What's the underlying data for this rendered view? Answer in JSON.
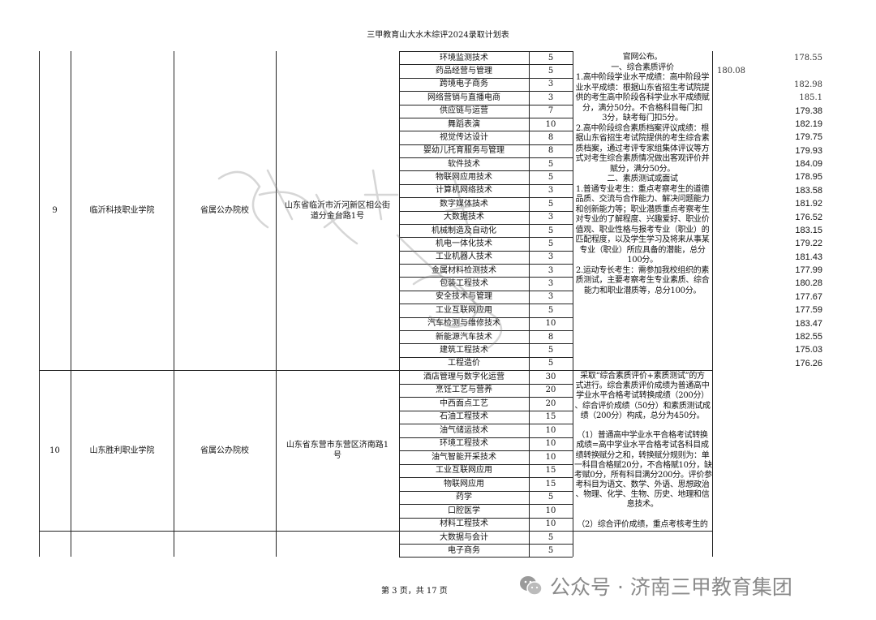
{
  "header": {
    "title": "三甲教育山大水木综评2024录取计划表"
  },
  "rows": [
    {
      "no": "9",
      "school": "临沂科技职业学院",
      "type": "省属公办院校",
      "address": "山东省临沂市沂河新区相公街道分金台路1号",
      "majors": [
        [
          "环境监测技术",
          "5"
        ],
        [
          "药品经营与管理",
          "5"
        ],
        [
          "跨境电子商务",
          "3"
        ],
        [
          "网络营销与直播电商",
          "3"
        ],
        [
          "供应链与运营",
          "7"
        ],
        [
          "舞蹈表演",
          "10"
        ],
        [
          "视觉传达设计",
          "8"
        ],
        [
          "婴幼儿托育服务与管理",
          "8"
        ],
        [
          "软件技术",
          "5"
        ],
        [
          "物联网应用技术",
          "5"
        ],
        [
          "计算机网络技术",
          "3"
        ],
        [
          "数字媒体技术",
          "5"
        ],
        [
          "大数据技术",
          "3"
        ],
        [
          "机械制造及自动化",
          "5"
        ],
        [
          "机电一体化技术",
          "5"
        ],
        [
          "工业机器人技术",
          "3"
        ],
        [
          "金属材料检测技术",
          "3"
        ],
        [
          "包装工程技术",
          "3"
        ],
        [
          "安全技术与管理",
          "3"
        ],
        [
          "工业互联网应用",
          "5"
        ],
        [
          "汽车检测与维修技术",
          "10"
        ],
        [
          "新能源汽车技术",
          "8"
        ],
        [
          "建筑工程技术",
          "5"
        ],
        [
          "工程造价",
          "5"
        ]
      ],
      "method_lines": [
        "官网公布。",
        "一、综合素质评价",
        "1.高中阶段学业水平成绩：高中阶段学",
        "业水平成绩：根据山东省招生考试院提",
        "供的考生高中阶段各科学业水平成绩赋",
        "分，满分50分。不合格科目每门扣",
        "3分，缺考每门扣5分。",
        "2.高中阶段综合素质档案评议成绩：根",
        "据山东省招生考试院提供的考生综合素",
        "质档案，通过考评专家组集体评议等方",
        "式对考生综合素质情况做出客观评价并",
        "赋分，满分50分。",
        "二、素质测试或面试",
        "1.普通专业考生：重点考察考生的道德",
        "品质、交流与合作能力、解决问题能力",
        "和创新能力等；职业潜质重点考察考生",
        "对专业的了解程度、兴趣爱好、职业价",
        "值观、职业性格与报考专业（职业）的",
        "匹配程度，以及学生学习及将来从事某",
        "专业（职业）所应具备的潜能，总分",
        "100分。",
        "2.运动专长考生：需参加我校组织的素",
        "质测试，主要考察考生专业素质、综合",
        "能力和职业潜质等，总分100分。"
      ],
      "scores": [
        "178.55",
        "180.08",
        "182.98",
        "185.1",
        "179.38",
        "182.19",
        "179.75",
        "179.93",
        "184.09",
        "178.95",
        "183.58",
        "181.92",
        "176.52",
        "183.15",
        "179.22",
        "181.43",
        "177.99",
        "180.28",
        "177.67",
        "177.59",
        "183.47",
        "182.55",
        "175.03",
        "176.26"
      ]
    },
    {
      "no": "10",
      "school": "山东胜利职业学院",
      "type": "省属公办院校",
      "address": "山东省东营市东营区济南路1号",
      "majors": [
        [
          "酒店管理与数字化运营",
          "30"
        ],
        [
          "烹饪工艺与营养",
          "20"
        ],
        [
          "中西面点工艺",
          "20"
        ],
        [
          "石油工程技术",
          "15"
        ],
        [
          "油气储运技术",
          "10"
        ],
        [
          "环境工程技术",
          "10"
        ],
        [
          "油气智能开采技术",
          "10"
        ],
        [
          "工业互联网应用",
          "15"
        ],
        [
          "物联网应用",
          "15"
        ],
        [
          "药学",
          "5"
        ],
        [
          "口腔医学",
          "10"
        ],
        [
          "材料工程技术",
          "10"
        ]
      ],
      "method_lines": [
        "采取“综合素质评价+素质测试”的方",
        "式进行。综合素质评价成绩为普通高中",
        "学业水平合格考试转换成绩（200分）",
        "、综合评价成绩（50分）和素质测试成",
        "绩（200分）构成，总分为450分。",
        "",
        "（1）普通高中学业水平合格考试转换",
        "成绩=高中学业水平合格考试各科目成",
        "绩转换赋分之和，转换赋分规则为：单",
        "一科目合格赋20分，不合格赋10分，缺",
        "考赋0分，所有科目满分200分。评价参",
        "考科目为语文、数学、外语、思想政治",
        "、物理、化学、生物、历史、地理和信",
        "息技术。",
        "",
        "（2）综合评价成绩，重点考核考生的"
      ]
    },
    {
      "majors": [
        [
          "大数据与会计",
          "5"
        ],
        [
          "电子商务",
          "5"
        ]
      ]
    }
  ],
  "footer": {
    "page": "第 3 页，共 17 页"
  },
  "wechat": {
    "icon": "wechat-icon",
    "label": "公众号 · 济南三甲教育集团"
  },
  "watermark": "布老师 山大水木 13..."
}
